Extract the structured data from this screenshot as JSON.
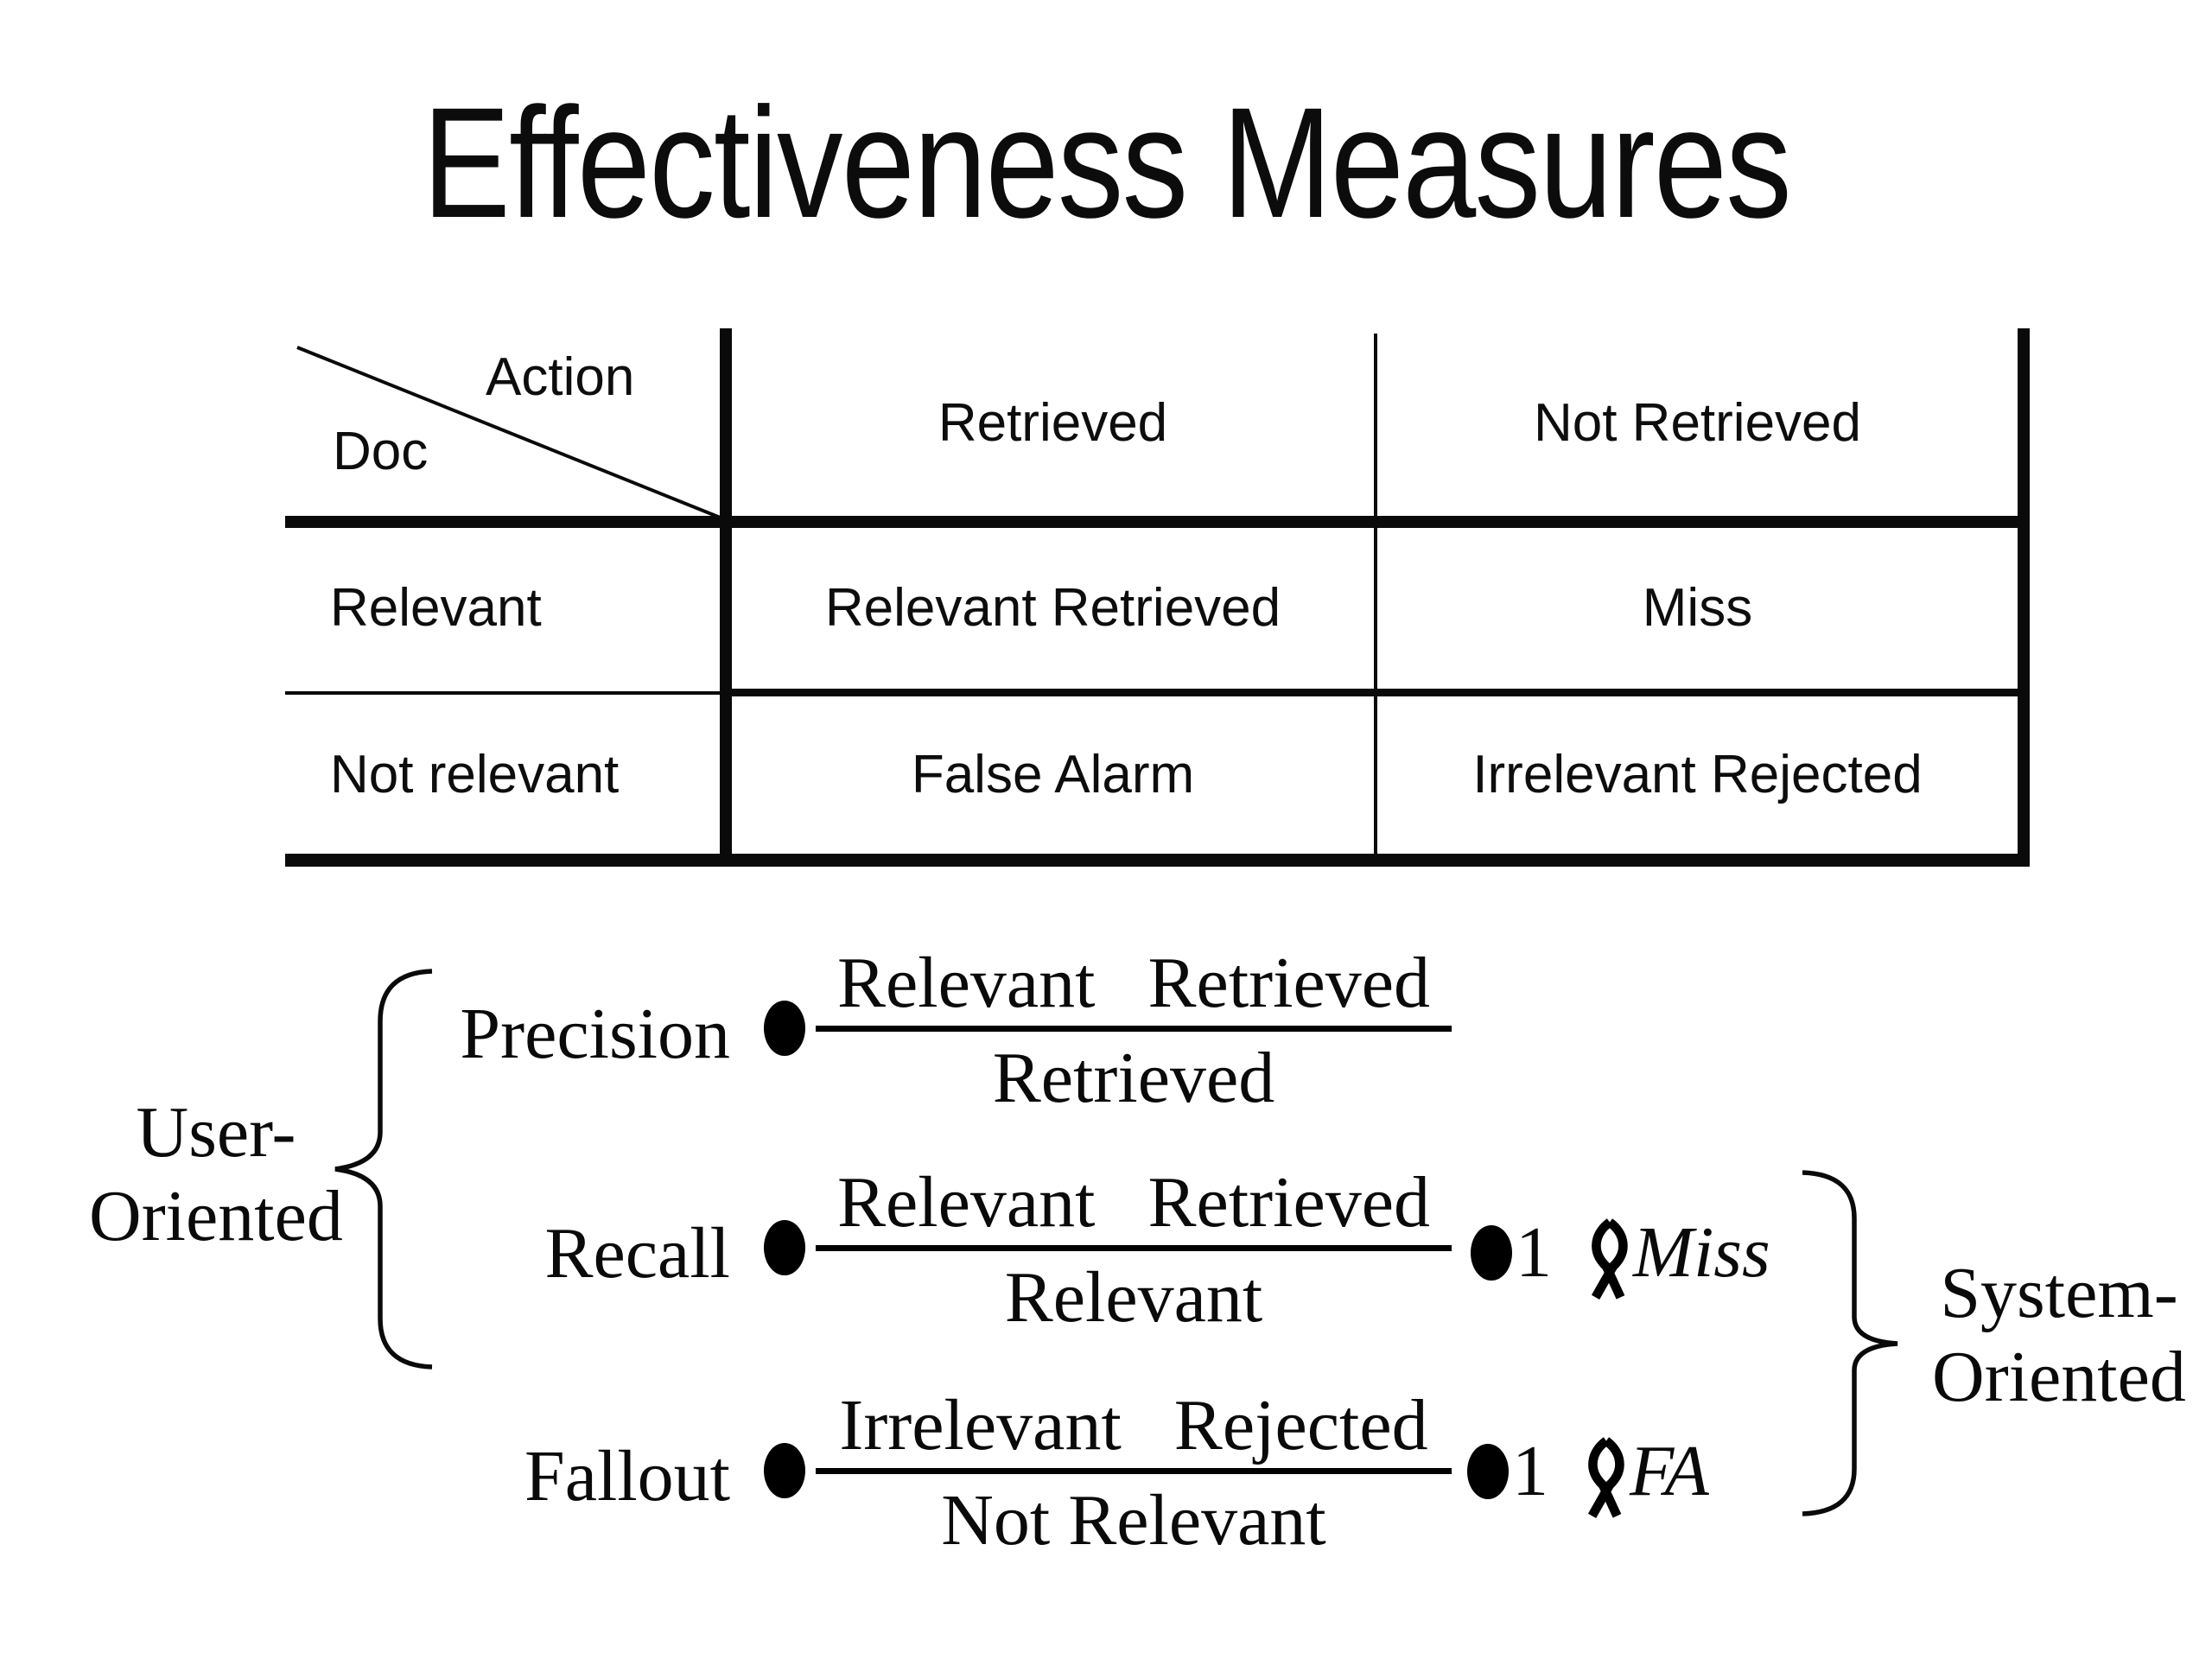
{
  "title": "Effectiveness Measures",
  "table": {
    "corner": {
      "column_axis": "Action",
      "row_axis": "Doc"
    },
    "column_headers": [
      "Retrieved",
      "Not Retrieved"
    ],
    "rows": [
      {
        "label": "Relevant",
        "cells": [
          "Relevant Retrieved",
          "Miss"
        ]
      },
      {
        "label": "Not relevant",
        "cells": [
          "False Alarm",
          "Irrelevant Rejected"
        ]
      }
    ]
  },
  "measures": [
    {
      "name": "Precision",
      "numerator": "Relevant Retrieved",
      "denominator": "Retrieved"
    },
    {
      "name": "Recall",
      "numerator": "Relevant Retrieved",
      "denominator": "Relevant",
      "identity": {
        "one": "1",
        "term": "Miss"
      }
    },
    {
      "name": "Fallout",
      "numerator": "Irrelevant Rejected",
      "denominator": "Not Relevant",
      "identity": {
        "one": "1",
        "term": "FA"
      }
    }
  ],
  "groups": {
    "user": {
      "line1": "User-",
      "line2": "Oriented"
    },
    "system": {
      "line1": "System-",
      "line2": "Oriented"
    }
  },
  "icons": {
    "equals_bullet": "filled-ellipse bullet (rendered in place of equals sign)",
    "minus_ribbon": "awareness-ribbon glyph (rendered in place of minus sign)"
  },
  "colors": {
    "ink": "#0a0a0a",
    "background": "#ffffff"
  }
}
